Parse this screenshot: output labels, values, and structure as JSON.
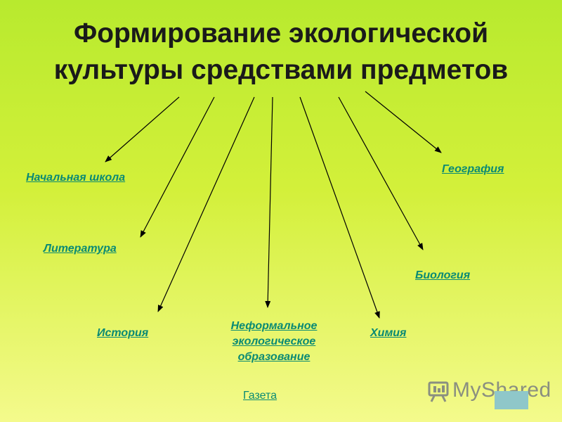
{
  "title": {
    "line1": "Формирование экологической",
    "line2": "культуры средствами предметов"
  },
  "nodes": {
    "primary_school": "Начальная школа",
    "literature": "Литература",
    "history": "История",
    "informal_line1": "Неформальное",
    "informal_line2": "экологическое",
    "informal_line3": "образование",
    "chemistry": "Химия",
    "biology": "Биология",
    "geography": "География",
    "newspaper": "Газета"
  },
  "watermark": {
    "text": "MyShared"
  },
  "colors": {
    "link": "#0a8a74",
    "title": "#1a1a1a",
    "arrow": "#000000"
  }
}
